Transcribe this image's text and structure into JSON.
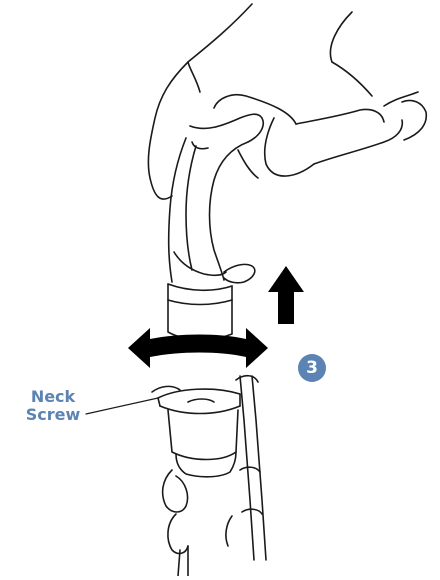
{
  "callout": {
    "line1": "Neck",
    "line2": "Screw"
  },
  "step": {
    "number": "3"
  },
  "colors": {
    "label": "#5b84b4",
    "badge": "#5b84b4",
    "ink": "#1a1a1a"
  },
  "icons": {
    "up_arrow": "up-arrow-icon",
    "rotate_arrow": "rotate-double-arrow-icon"
  }
}
